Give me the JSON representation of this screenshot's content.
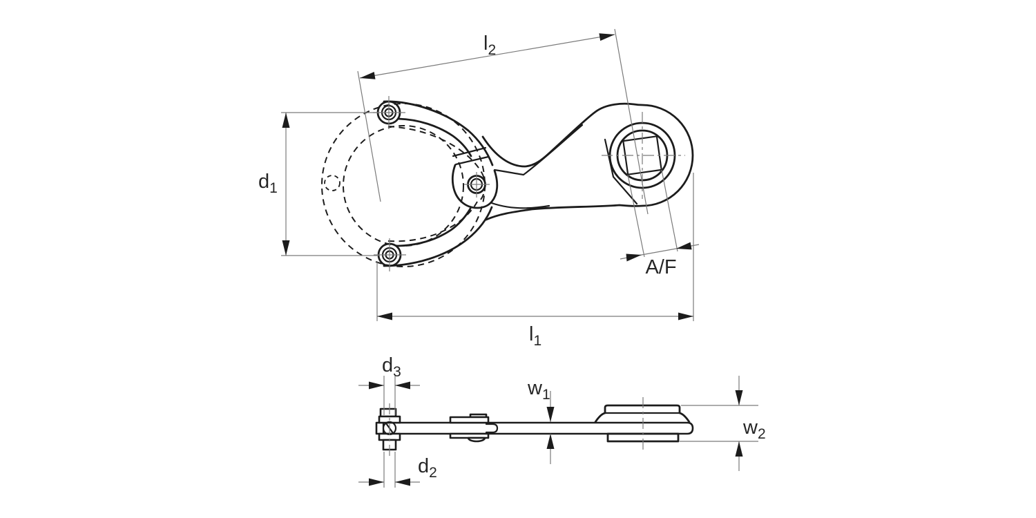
{
  "drawing": {
    "background": "#ffffff",
    "colors": {
      "object_line": "#1c1c1c",
      "thin_line": "#7a7a7a",
      "text": "#262626"
    },
    "dimensions": {
      "l2": {
        "base": "l",
        "sub": "2"
      },
      "d1": {
        "base": "d",
        "sub": "1"
      },
      "af": {
        "label": "A/F"
      },
      "l1": {
        "base": "l",
        "sub": "1"
      },
      "d3": {
        "base": "d",
        "sub": "3"
      },
      "d2": {
        "base": "d",
        "sub": "2"
      },
      "w1": {
        "base": "w",
        "sub": "1"
      },
      "w2": {
        "base": "w",
        "sub": "2"
      }
    }
  }
}
